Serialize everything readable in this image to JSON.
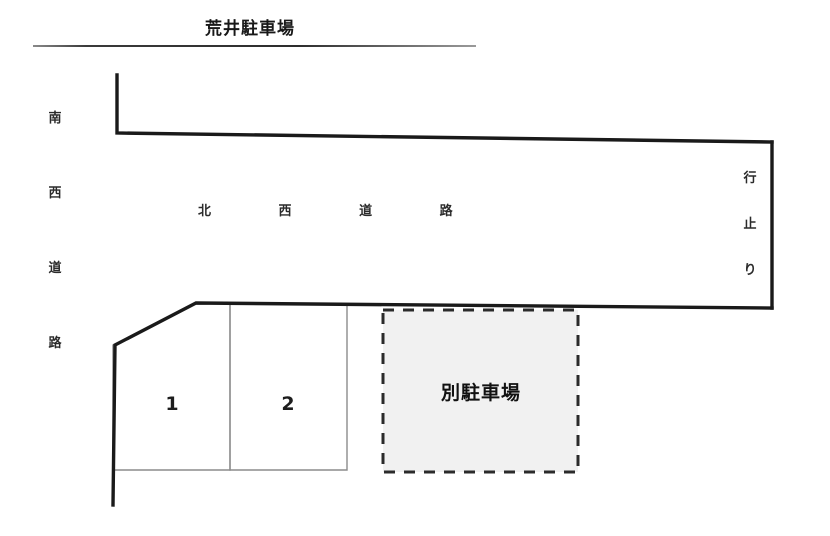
{
  "title": "荒井駐車場",
  "labels": {
    "southwest_road": [
      "南",
      "西",
      "道",
      "路"
    ],
    "northwest_road": [
      "北",
      "西",
      "道",
      "路"
    ],
    "dead_end": [
      "行",
      "止",
      "り"
    ],
    "separate_lot": "別駐車場"
  },
  "stalls": [
    {
      "number": "1"
    },
    {
      "number": "2"
    }
  ],
  "colors": {
    "outline": "#1a1a1a",
    "stall_line": "#8c8c8c",
    "dashed_outline": "#2b2b2b",
    "sublot_fill": "#f1f1f1",
    "background": "#ffffff",
    "text": "#1d1d1d"
  },
  "icons": {
    "road_outline": "road-boundary-polyline",
    "sublot_box": "dashed-rectangle",
    "title_rule": "horizontal-rule"
  }
}
